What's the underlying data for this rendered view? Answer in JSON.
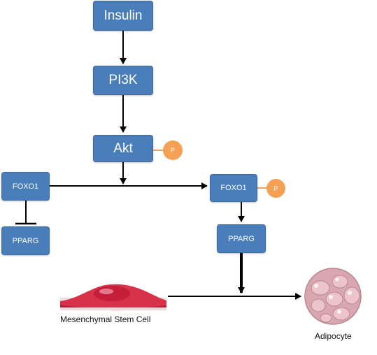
{
  "nodes": {
    "insulin": "Insulin",
    "pi3k": "PI3K",
    "akt": "Akt",
    "foxo1_left": "FOXO1",
    "pparg_left": "PPARG",
    "foxo1_right": "FOXO1",
    "pparg_right": "PPARG"
  },
  "phospho": {
    "akt": "P",
    "foxo1": "P"
  },
  "cells": {
    "mesenchymal_label": "Mesenchymal Stem Cell",
    "adipocyte_label": "Adipocyte"
  },
  "colors": {
    "node_fill": "#4a7ebb",
    "phospho_fill": "#f5a155",
    "arrow": "#000000"
  }
}
